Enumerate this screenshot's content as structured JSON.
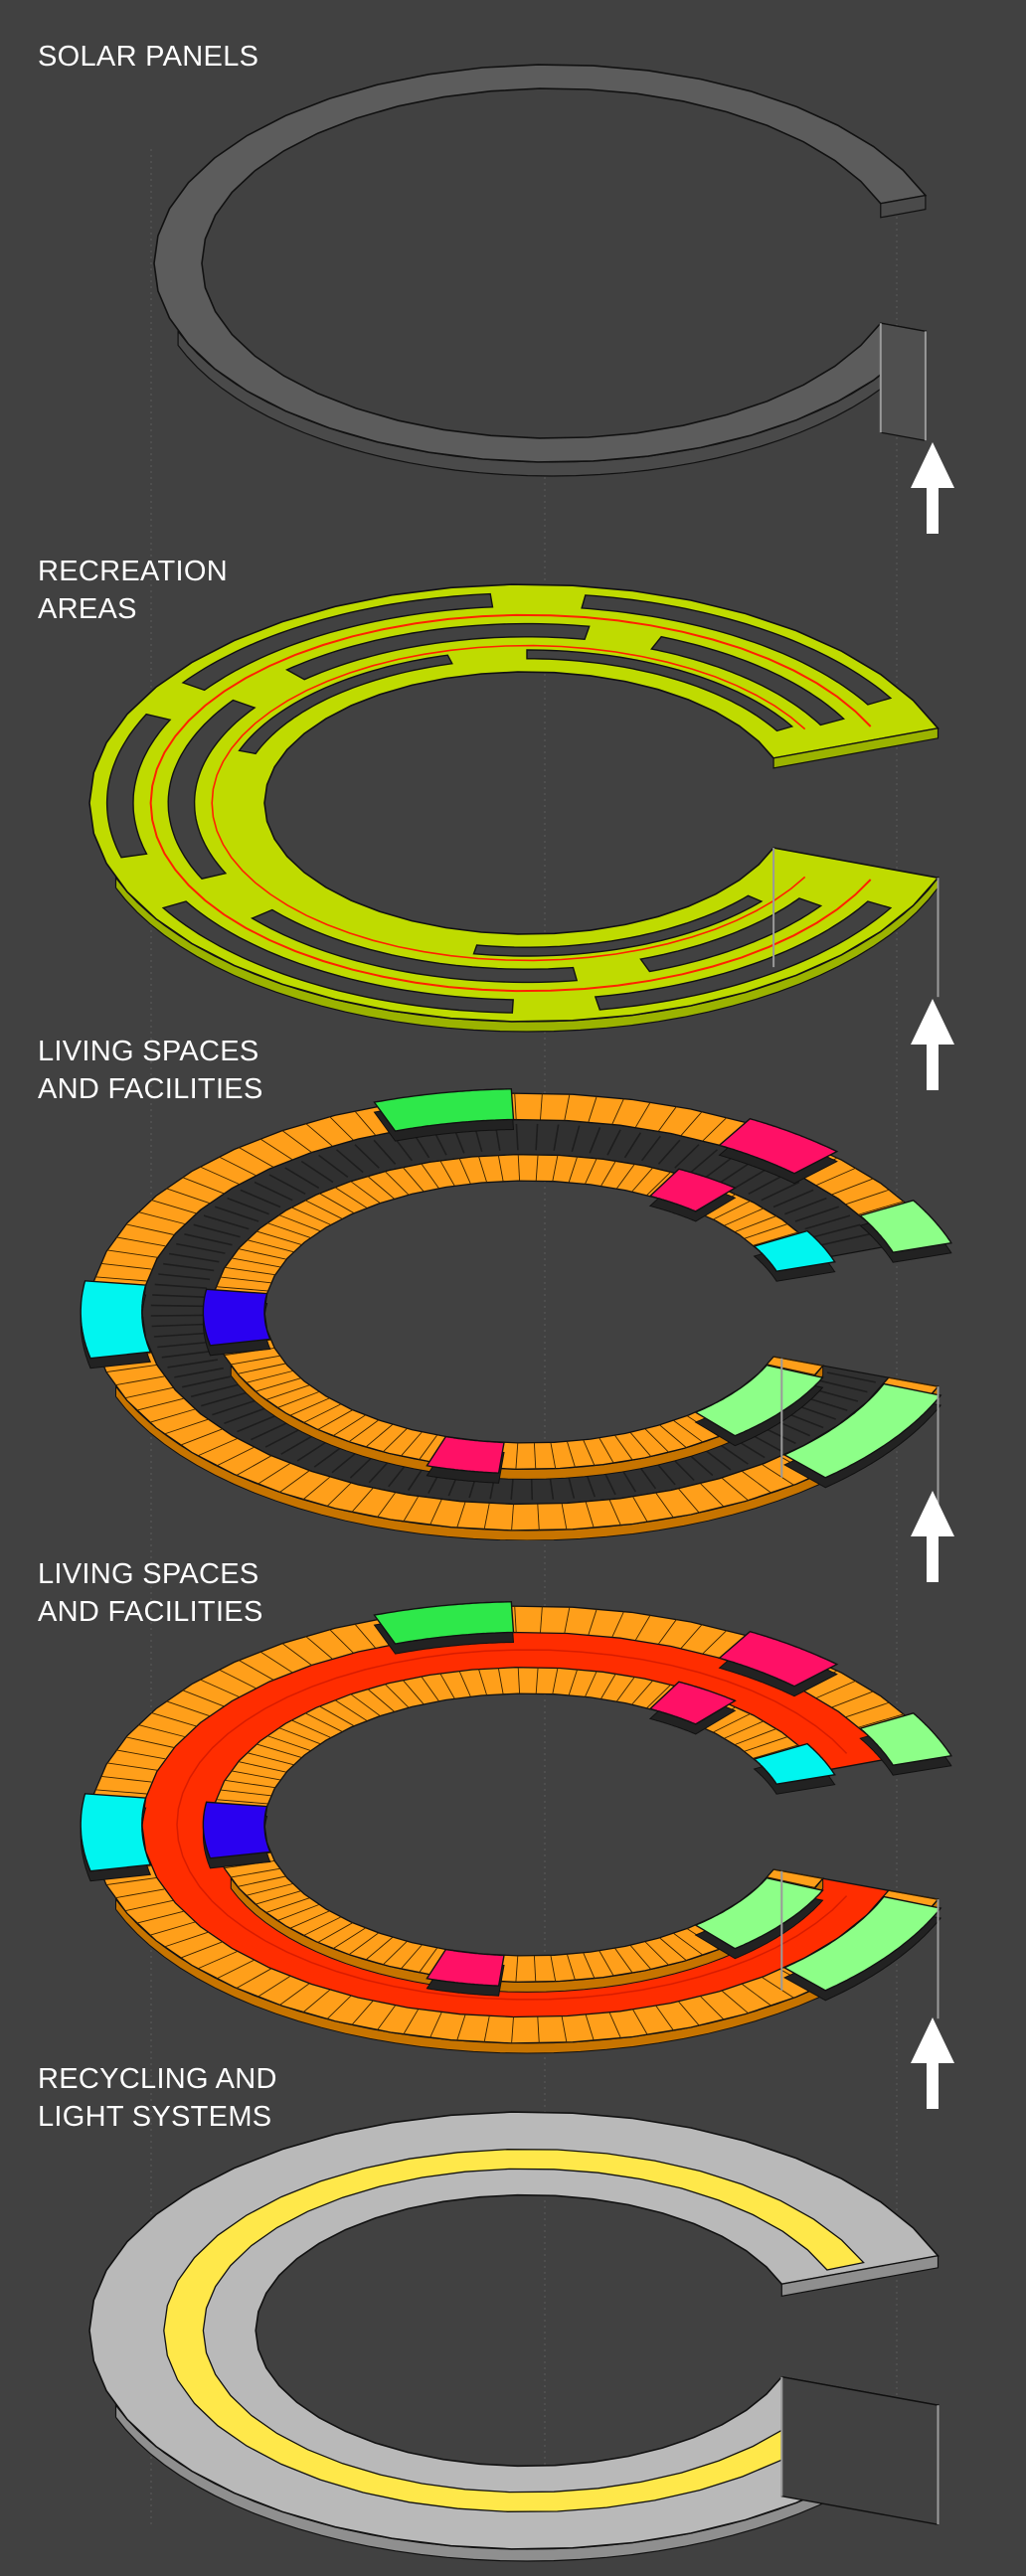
{
  "layers": [
    {
      "id": "solar",
      "label_lines": [
        "SOLAR PANELS"
      ]
    },
    {
      "id": "recreation",
      "label_lines": [
        "RECREATION",
        "AREAS"
      ]
    },
    {
      "id": "living-a",
      "label_lines": [
        "LIVING SPACES",
        "AND FACILITIES"
      ]
    },
    {
      "id": "living-b",
      "label_lines": [
        "LIVING SPACES",
        "AND FACILITIES"
      ]
    },
    {
      "id": "recycling",
      "label_lines": [
        "RECYCLING AND",
        "LIGHT SYSTEMS"
      ]
    }
  ],
  "arrow_count": 4,
  "colors": {
    "background": "#414141",
    "solar_ring": "#5c5c5c",
    "recreation_green": "#bfdb00",
    "track_red": "#ff2200",
    "module_orange": "#ff9f1a",
    "module_cyan": "#00f5f0",
    "module_blue": "#2a00f0",
    "module_green": "#2ee84a",
    "module_light_green": "#8dff88",
    "module_pink": "#ff1066",
    "floor_red": "#ff2d00",
    "recycling_gray": "#b9b9b9",
    "light_yellow": "#ffe84a",
    "arrow": "#ffffff"
  }
}
